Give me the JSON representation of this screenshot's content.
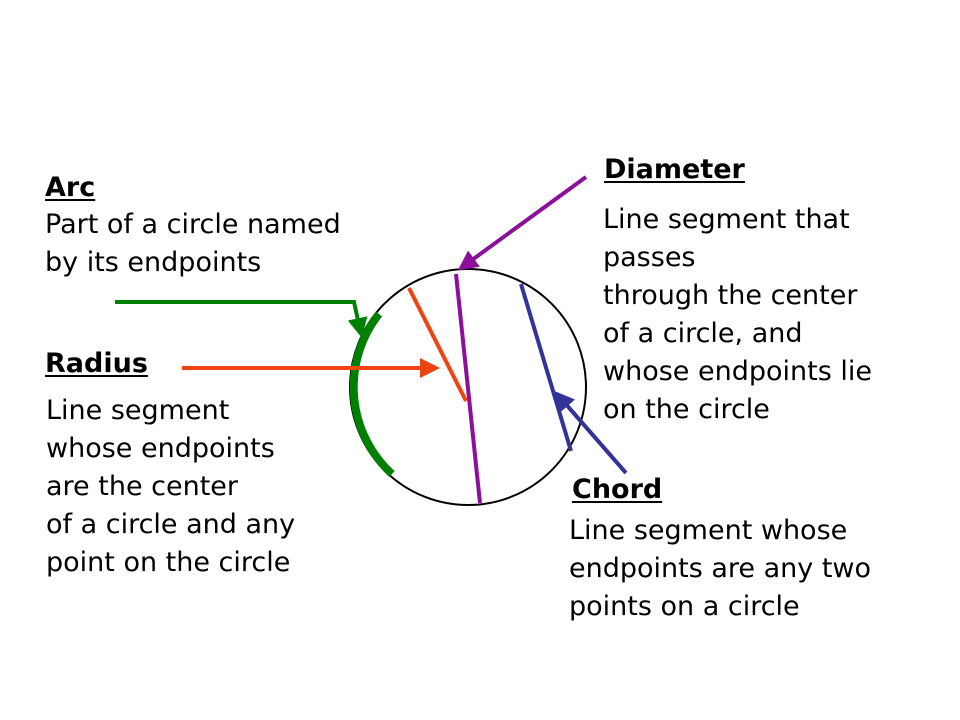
{
  "terms": {
    "arc": {
      "title": "Arc",
      "definition": [
        "Part of a circle named",
        "by its endpoints"
      ]
    },
    "radius": {
      "title": "Radius",
      "definition": [
        "Line segment",
        "whose endpoints",
        "are the center",
        "of a circle and any",
        "point on the circle"
      ]
    },
    "diameter": {
      "title": "Diameter",
      "definition": [
        "Line segment that",
        "passes",
        "through the center",
        "of a circle, and",
        "whose endpoints lie",
        "on the circle"
      ]
    },
    "chord": {
      "title": "Chord",
      "definition": [
        "Line segment whose",
        "endpoints are any two",
        "points on a circle"
      ]
    }
  },
  "colors": {
    "arc": "#008000",
    "radius": "#ee4411",
    "diameter": "#8b0f9a",
    "chord": "#333399",
    "circle": "#000000"
  }
}
